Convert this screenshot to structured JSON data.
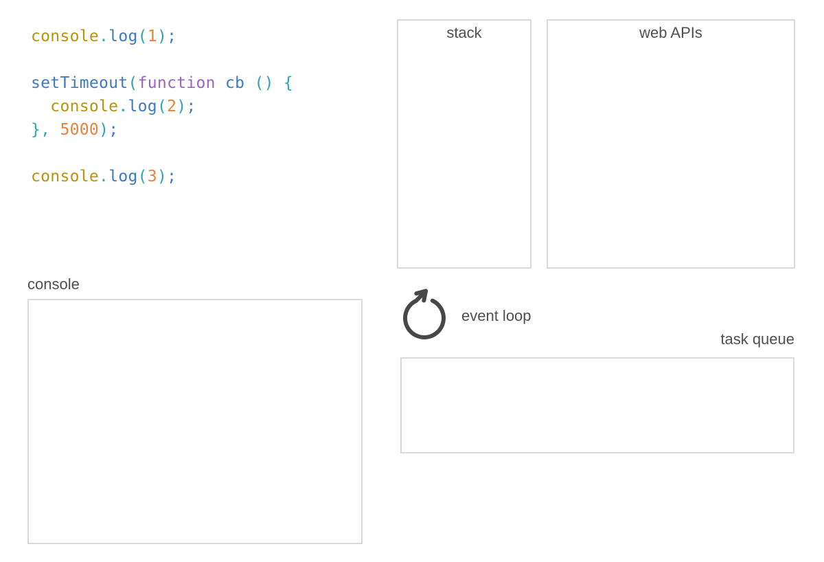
{
  "colors": {
    "bg": "#ffffff",
    "border": "#d9d9d9",
    "label": "#4f4f4f",
    "icon": "#474747"
  },
  "labels": {
    "stack": "stack",
    "web_apis": "web APIs",
    "console": "console",
    "event_loop": "event loop",
    "task_queue": "task queue"
  },
  "icons": {
    "event_loop": "rotate-clockwise-icon"
  },
  "code": {
    "palette": {
      "gold": "#b8920a",
      "blue": "#3e79c4",
      "teal": "#2fa4b4",
      "orange": "#e8823a",
      "purple": "#9a63c0",
      "plain": "#333333"
    },
    "lines": [
      [
        [
          "console",
          "gold"
        ],
        [
          ".",
          "teal"
        ],
        [
          "log",
          "blue"
        ],
        [
          "(",
          "teal"
        ],
        [
          "1",
          "orange"
        ],
        [
          ")",
          "teal"
        ],
        [
          ";",
          "blue"
        ]
      ],
      [],
      [
        [
          "setTimeout",
          "blue"
        ],
        [
          "(",
          "teal"
        ],
        [
          "function",
          "purple"
        ],
        [
          " ",
          "plain"
        ],
        [
          "cb",
          "blue"
        ],
        [
          " ",
          "plain"
        ],
        [
          "()",
          "teal"
        ],
        [
          " ",
          "plain"
        ],
        [
          "{",
          "teal"
        ]
      ],
      [
        [
          "  ",
          "plain"
        ],
        [
          "console",
          "gold"
        ],
        [
          ".",
          "teal"
        ],
        [
          "log",
          "blue"
        ],
        [
          "(",
          "teal"
        ],
        [
          "2",
          "orange"
        ],
        [
          ")",
          "teal"
        ],
        [
          ";",
          "blue"
        ]
      ],
      [
        [
          "}",
          "teal"
        ],
        [
          ",",
          "teal"
        ],
        [
          " ",
          "plain"
        ],
        [
          "5000",
          "orange"
        ],
        [
          ")",
          "teal"
        ],
        [
          ";",
          "blue"
        ]
      ],
      [],
      [
        [
          "console",
          "gold"
        ],
        [
          ".",
          "teal"
        ],
        [
          "log",
          "blue"
        ],
        [
          "(",
          "teal"
        ],
        [
          "3",
          "orange"
        ],
        [
          ")",
          "teal"
        ],
        [
          ";",
          "blue"
        ]
      ]
    ]
  },
  "panels": {
    "stack": {
      "content": []
    },
    "web_apis": {
      "content": []
    },
    "console": {
      "content": []
    },
    "task_queue": {
      "content": []
    }
  }
}
